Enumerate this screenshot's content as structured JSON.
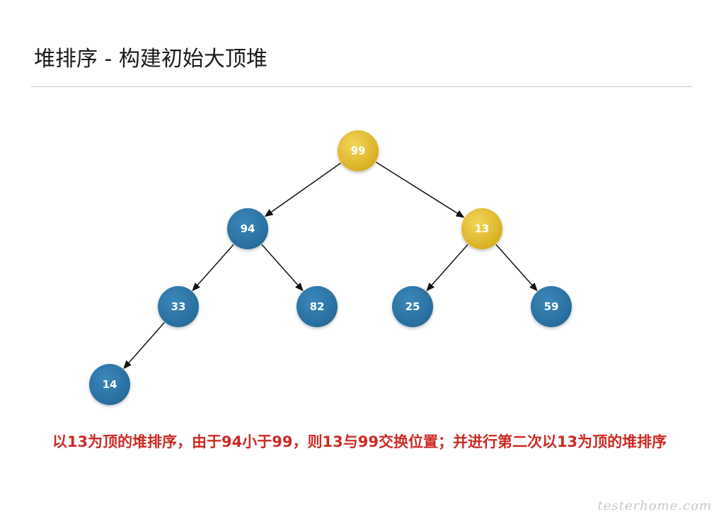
{
  "title": "堆排序 - 构建初始大顶堆",
  "caption": "以13为顶的堆排序，由于94小于99，则13与99交换位置；并进行第二次以13为顶的堆排序",
  "watermark": "testerhome.com",
  "colors": {
    "highlight": "#e2bd2c",
    "normal": "#2f79ab",
    "caption": "#cc2a22"
  },
  "tree": {
    "nodes": [
      {
        "id": "n99",
        "label": "99",
        "highlight": true
      },
      {
        "id": "n94",
        "label": "94",
        "highlight": false
      },
      {
        "id": "n13",
        "label": "13",
        "highlight": true
      },
      {
        "id": "n33",
        "label": "33",
        "highlight": false
      },
      {
        "id": "n82",
        "label": "82",
        "highlight": false
      },
      {
        "id": "n25",
        "label": "25",
        "highlight": false
      },
      {
        "id": "n59",
        "label": "59",
        "highlight": false
      },
      {
        "id": "n14",
        "label": "14",
        "highlight": false
      }
    ],
    "edges": [
      {
        "from": "n99",
        "to": "n94"
      },
      {
        "from": "n99",
        "to": "n13"
      },
      {
        "from": "n94",
        "to": "n33"
      },
      {
        "from": "n94",
        "to": "n82"
      },
      {
        "from": "n13",
        "to": "n25"
      },
      {
        "from": "n13",
        "to": "n59"
      },
      {
        "from": "n33",
        "to": "n14"
      }
    ]
  }
}
